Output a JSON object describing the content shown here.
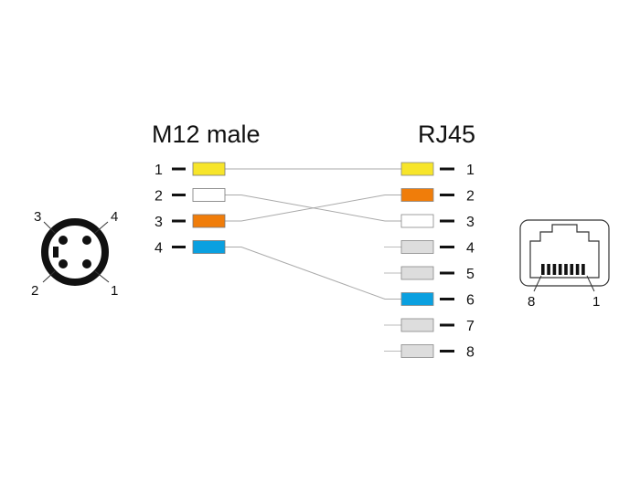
{
  "left": {
    "title": "M12 male",
    "pins": [
      {
        "label": "1",
        "color": "#f7e52a"
      },
      {
        "label": "2",
        "color": "#ffffff"
      },
      {
        "label": "3",
        "color": "#f07d0a"
      },
      {
        "label": "4",
        "color": "#0aa0e0"
      }
    ]
  },
  "right": {
    "title": "RJ45",
    "pins": [
      {
        "label": "1",
        "color": "#f7e52a"
      },
      {
        "label": "2",
        "color": "#f07d0a"
      },
      {
        "label": "3",
        "color": "#ffffff"
      },
      {
        "label": "4",
        "color": "#dddddd"
      },
      {
        "label": "5",
        "color": "#dddddd"
      },
      {
        "label": "6",
        "color": "#0aa0e0"
      },
      {
        "label": "7",
        "color": "#dddddd"
      },
      {
        "label": "8",
        "color": "#dddddd"
      }
    ]
  },
  "connections": [
    {
      "from": 1,
      "to": 1
    },
    {
      "from": 2,
      "to": 3
    },
    {
      "from": 3,
      "to": 2
    },
    {
      "from": 4,
      "to": 6
    }
  ],
  "m12_face": {
    "labels": [
      "3",
      "4",
      "2",
      "1"
    ]
  },
  "rj45_face": {
    "labels": [
      "8",
      "1"
    ]
  }
}
